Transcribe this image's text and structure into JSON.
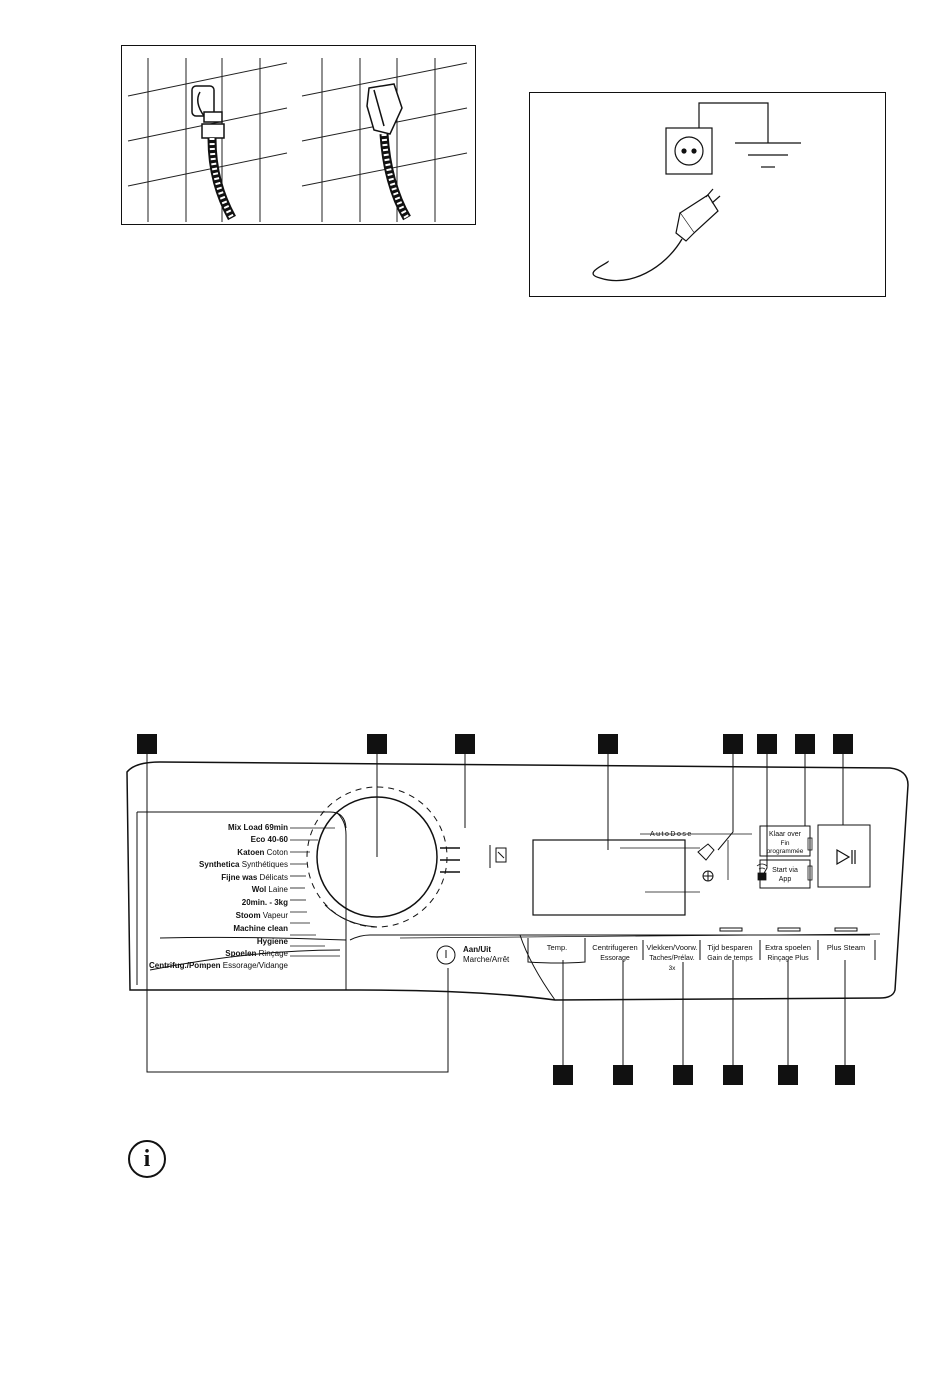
{
  "figures": {
    "hose_illustration": {},
    "plug_illustration": {}
  },
  "panel": {
    "programs": [
      {
        "nl": "Mix Load 69min",
        "fr": ""
      },
      {
        "nl": "Eco 40-60",
        "fr": ""
      },
      {
        "nl": "Katoen",
        "fr": "Coton"
      },
      {
        "nl": "Synthetica",
        "fr": "Synthétiques"
      },
      {
        "nl": "Fijne was",
        "fr": "Délicats"
      },
      {
        "nl": "Wol",
        "fr": "Laine"
      },
      {
        "nl": "20min. - 3kg",
        "fr": ""
      },
      {
        "nl": "Stoom",
        "fr": "Vapeur"
      },
      {
        "nl": "Machine clean",
        "fr": ""
      },
      {
        "nl": "Hygiene",
        "fr": ""
      },
      {
        "nl": "Spoelen",
        "fr": "Rinçage"
      },
      {
        "nl": "Centrifug./Pompen",
        "fr": "Essorage/Vidange"
      }
    ],
    "autodose_label": "AutoDose",
    "power": {
      "nl": "Aan/Uit",
      "fr": "Marche/Arrêt"
    },
    "klaar_over": {
      "nl": "Klaar over",
      "fr1": "Fin",
      "fr2": "programmée"
    },
    "start_via_app": {
      "line1": "Start via",
      "line2": "App"
    },
    "buttons": [
      {
        "nl": "Temp.",
        "fr": "",
        "extra": ""
      },
      {
        "nl": "Centrifugeren",
        "fr": "Essorage",
        "extra": ""
      },
      {
        "nl": "Vlekken/Voorw.",
        "fr": "Taches/Prélav.",
        "extra": "3x"
      },
      {
        "nl": "Tijd besparen",
        "fr": "Gain de temps",
        "extra": ""
      },
      {
        "nl": "Extra spoelen",
        "fr": "Rinçage Plus",
        "extra": ""
      },
      {
        "nl": "Plus Steam",
        "fr": "",
        "extra": ""
      }
    ],
    "icons": [
      "start-pause-icon",
      "detergent-icon",
      "softener-icon",
      "wifi-icon",
      "power-icon",
      "stain-icon",
      "info-icon"
    ]
  }
}
